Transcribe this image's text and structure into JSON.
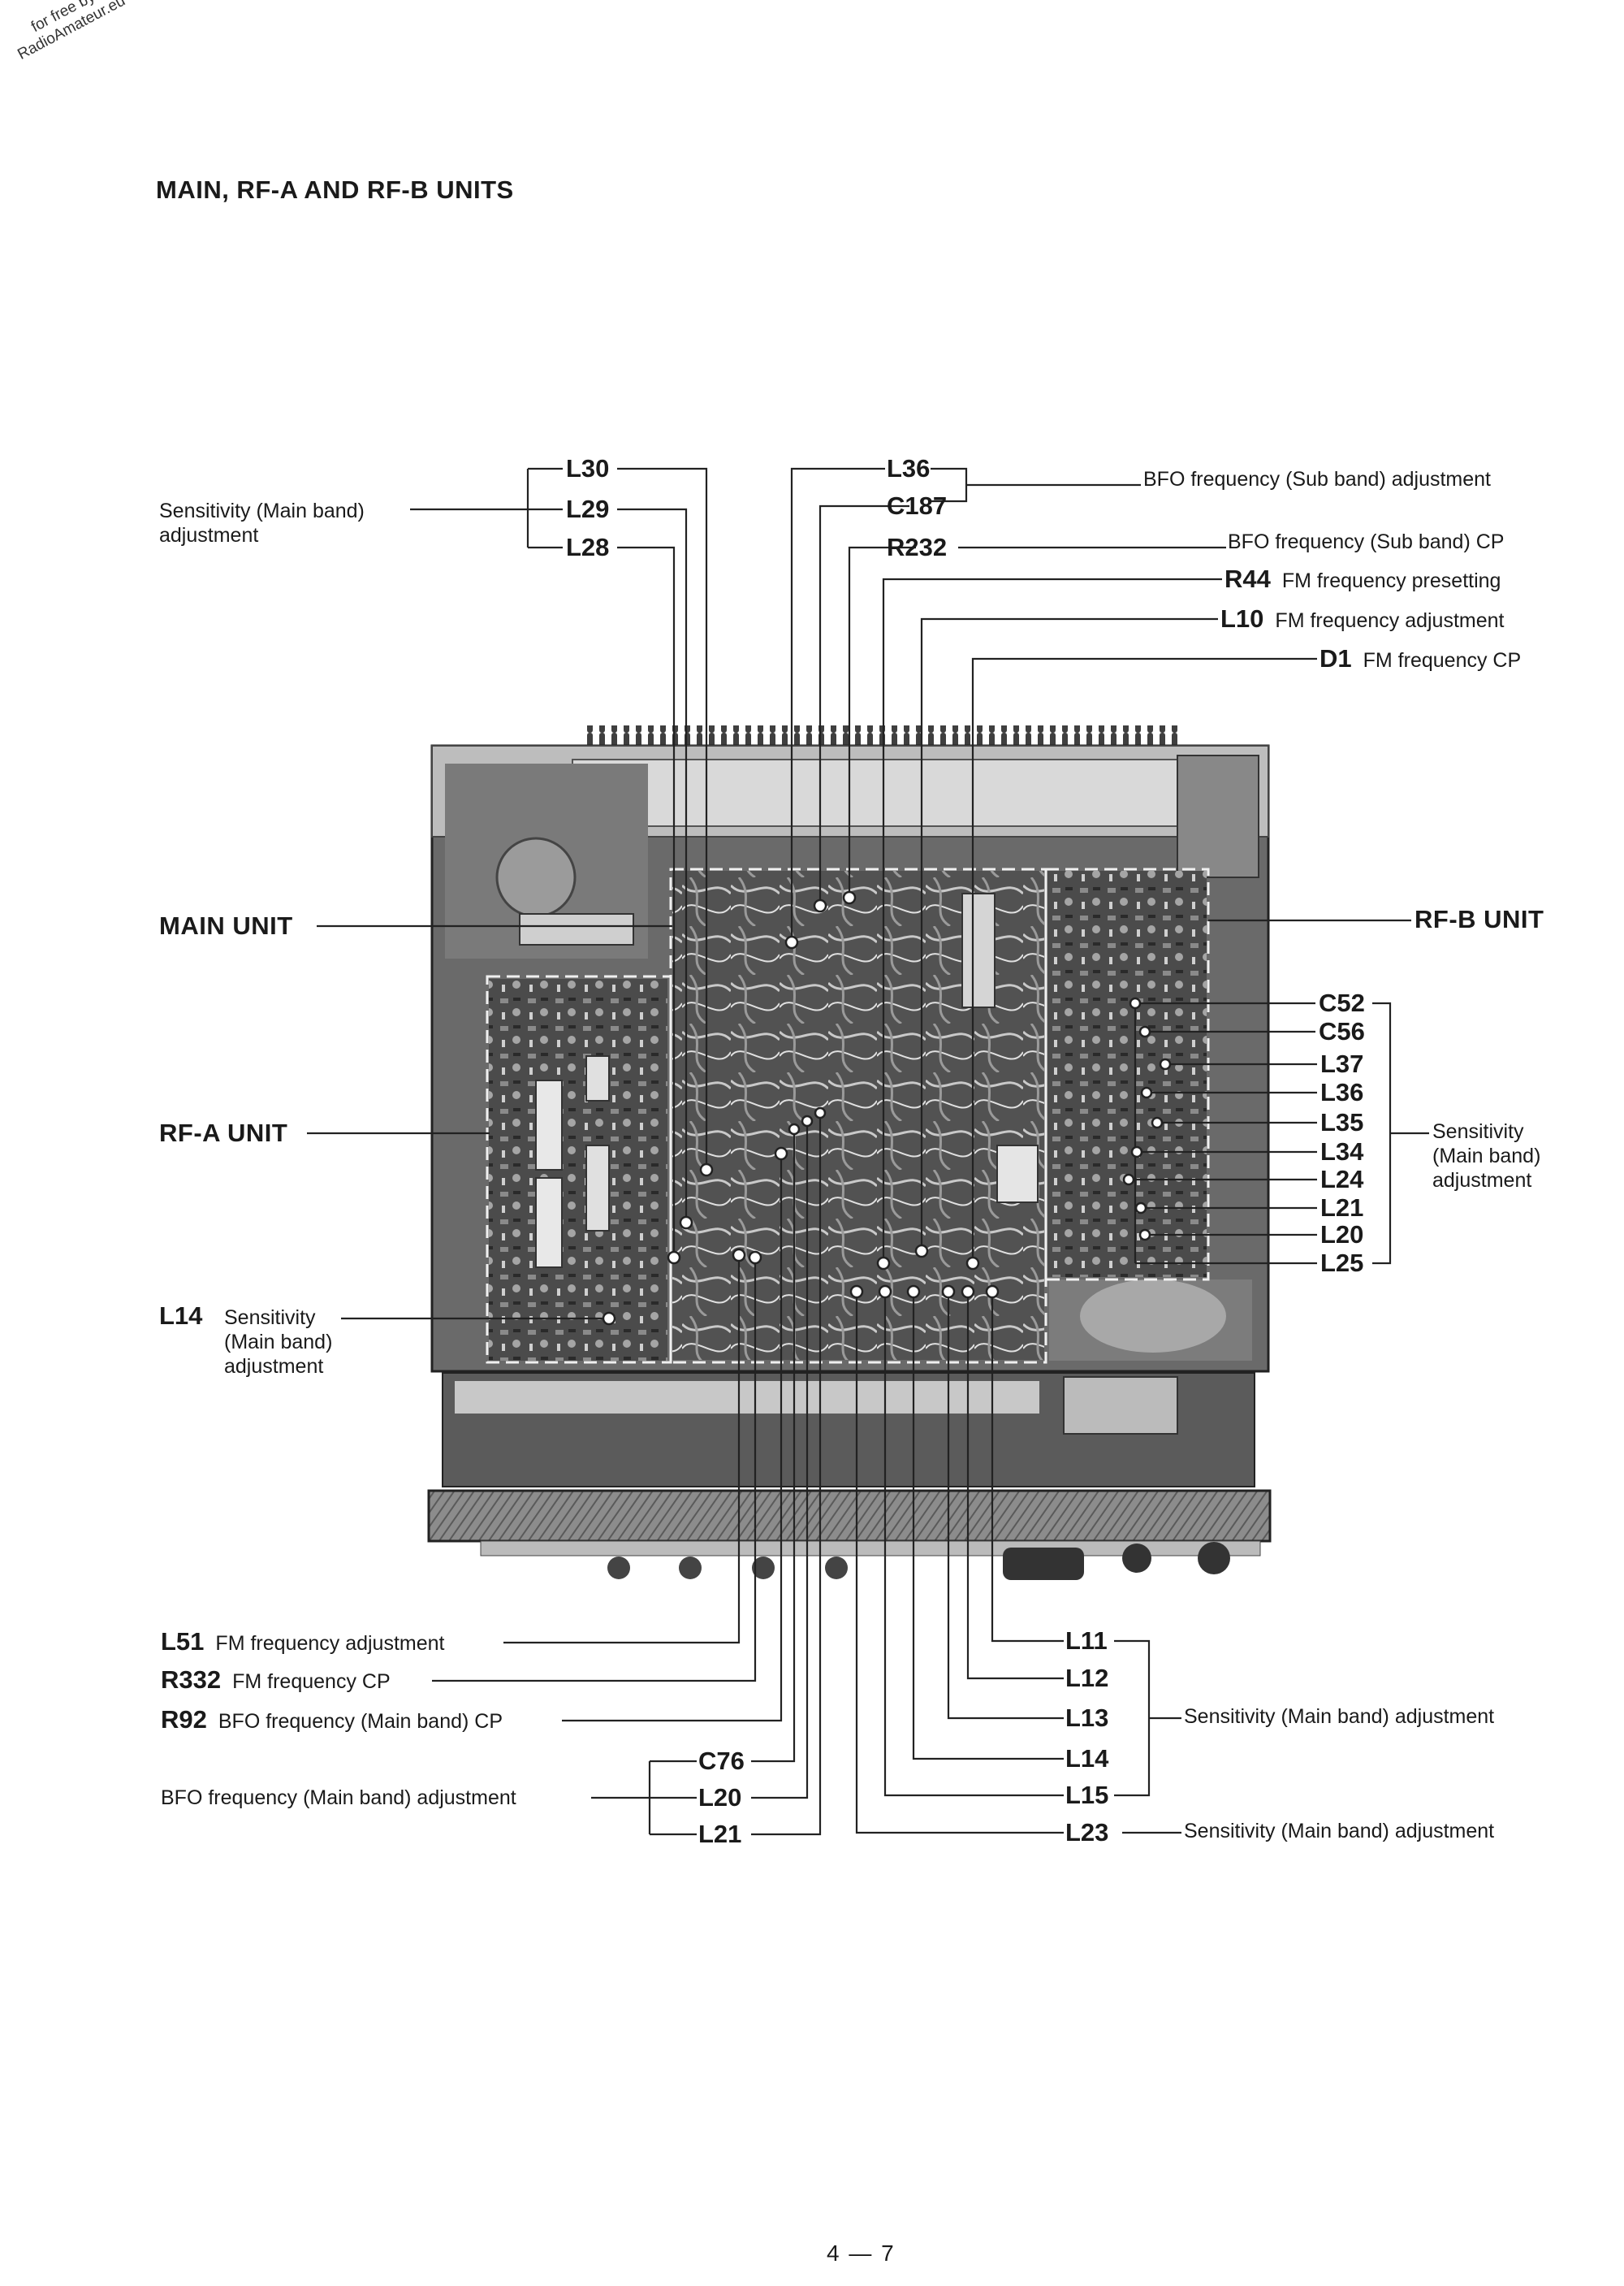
{
  "watermark": {
    "line1": "for free by",
    "line2": "RadioAmateur.eu"
  },
  "title": "MAIN, RF-A AND RF-B UNITS",
  "units": {
    "main": "MAIN UNIT",
    "rfa": "RF-A UNIT",
    "rfb": "RF-B UNIT"
  },
  "top_left": {
    "desc_line1": "Sensitivity (Main band)",
    "desc_line2": "adjustment",
    "parts": [
      "L30",
      "L29",
      "L28"
    ]
  },
  "top_center": {
    "parts": [
      "L36",
      "C187",
      "R232"
    ],
    "bfo_adj": "BFO frequency (Sub band) adjustment",
    "bfo_cp": "BFO frequency (Sub band) CP"
  },
  "top_right": [
    {
      "part": "R44",
      "desc": "FM frequency presetting"
    },
    {
      "part": "L10",
      "desc": "FM frequency adjustment"
    },
    {
      "part": "D1",
      "desc": "FM frequency CP"
    }
  ],
  "rfb_parts": [
    "C52",
    "C56",
    "L37",
    "L36",
    "L35",
    "L34",
    "L24",
    "L21",
    "L20",
    "L25"
  ],
  "rfb_desc": {
    "line1": "Sensitivity",
    "line2": "(Main band)",
    "line3": "adjustment"
  },
  "l14": {
    "part": "L14",
    "line1": "Sensitivity",
    "line2": "(Main band)",
    "line3": "adjustment"
  },
  "bottom_left": [
    {
      "part": "L51",
      "desc": "FM frequency adjustment"
    },
    {
      "part": "R332",
      "desc": "FM frequency CP"
    },
    {
      "part": "R92",
      "desc": "BFO frequency (Main band) CP"
    }
  ],
  "bfo_main": {
    "desc": "BFO frequency (Main band) adjustment",
    "parts": [
      "C76",
      "L20",
      "L21"
    ]
  },
  "bottom_right": {
    "parts": [
      "L11",
      "L12",
      "L13",
      "L14",
      "L15",
      "L23"
    ],
    "desc_group": "Sensitivity (Main band) adjustment",
    "desc_l23": "Sensitivity (Main band) adjustment"
  },
  "page_number": "4 — 7"
}
